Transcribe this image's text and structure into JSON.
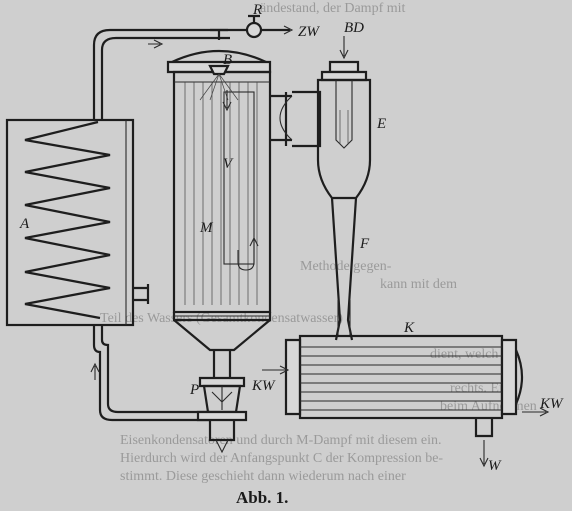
{
  "figure": {
    "caption": "Abb. 1.",
    "colors": {
      "paper": "#cfcfcf",
      "ink": "#1e1e1e",
      "bleed_text": "#9a9a9a"
    },
    "labels": {
      "A": "A",
      "R": "R",
      "ZW": "ZW",
      "BD": "BD",
      "B": "B",
      "V": "V",
      "M": "M",
      "E": "E",
      "F": "F",
      "K": "K",
      "KW_left": "KW",
      "KW_right": "KW",
      "P": "P",
      "W": "W"
    },
    "bleed_through": [
      "ändestand, der Dampf mit",
      "Methode gegen-",
      "kann mit dem",
      "Teil des Wassers (Gesamtkondensatwasser)",
      "dient, welch die",
      "rechts. Eine",
      "beim Aufnehmen",
      "Eisenkondensatoren und durch M-Dampf mit diesem ein.",
      "Hierdurch wird der Anfangspunkt C der Kompression be-",
      "stimmt. Diese geschieht dann wiederum nach einer"
    ]
  }
}
